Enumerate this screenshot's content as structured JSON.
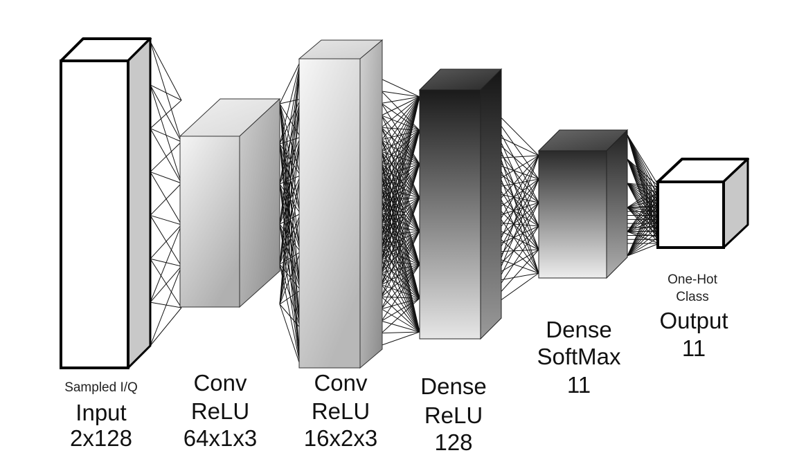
{
  "layers": [
    {
      "id": "input",
      "sublabel": "Sampled I/Q",
      "lines": [
        "Input",
        "2x128"
      ]
    },
    {
      "id": "conv1",
      "sublabel": "",
      "lines": [
        "Conv",
        "ReLU",
        "64x1x3"
      ]
    },
    {
      "id": "conv2",
      "sublabel": "",
      "lines": [
        "Conv",
        "ReLU",
        "16x2x3"
      ]
    },
    {
      "id": "dense1",
      "sublabel": "",
      "lines": [
        "Dense",
        "ReLU",
        "128"
      ]
    },
    {
      "id": "dense2",
      "sublabel": "",
      "lines": [
        "Dense",
        "SoftMax",
        "11"
      ]
    },
    {
      "id": "output",
      "sublabel": "One-Hot Class",
      "lines": [
        "Output",
        "11"
      ]
    }
  ],
  "colors": {
    "outline": "#000000",
    "input_face": "#ffffff",
    "input_side": "#c8c8c8",
    "conv_light": "#f2f2f2",
    "conv_mid": "#bdbdbd",
    "dense_dark": "#1e1e1e",
    "dense_light": "#e8e8e8"
  }
}
